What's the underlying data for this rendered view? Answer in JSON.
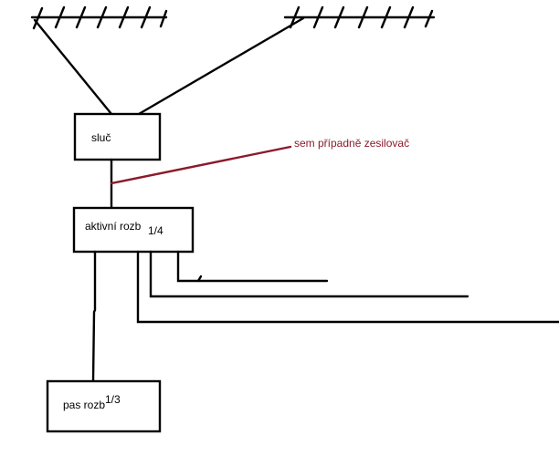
{
  "boxes": {
    "combiner": {
      "label": "sluč"
    },
    "active_splitter": {
      "label": "aktivní rozb",
      "ratio": "1/4"
    },
    "passive_splitter": {
      "label": "pas rozb",
      "ratio": "1/3"
    }
  },
  "annotation": {
    "text": "sem případně zesilovač"
  },
  "colors": {
    "line": "#000000",
    "annotation": "#8b1a2b"
  },
  "icons": {
    "antennas": [
      "antenna-icon",
      "antenna-icon"
    ]
  }
}
